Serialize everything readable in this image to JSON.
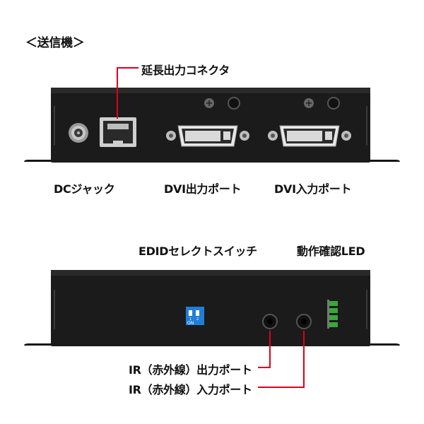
{
  "title": "＜送信機＞",
  "labels": {
    "connector": "延長出力コネクタ",
    "dc_jack": "DCジャック",
    "dvi_out": "DVI出力ポート",
    "dvi_in": "DVI入力ポート",
    "edid_switch": "EDIDセレクトスイッチ",
    "led": "動作確認LED",
    "ir_out": "IR（赤外線）出力ポート",
    "ir_in": "IR（赤外線）入力ポート"
  },
  "switch": {
    "on_text": "ON",
    "n1": "1",
    "n2": "2"
  },
  "colors": {
    "callout": "#e0001b",
    "device": "#1b1b1b",
    "switch": "#1f7fd8",
    "led": "#39a83a"
  }
}
